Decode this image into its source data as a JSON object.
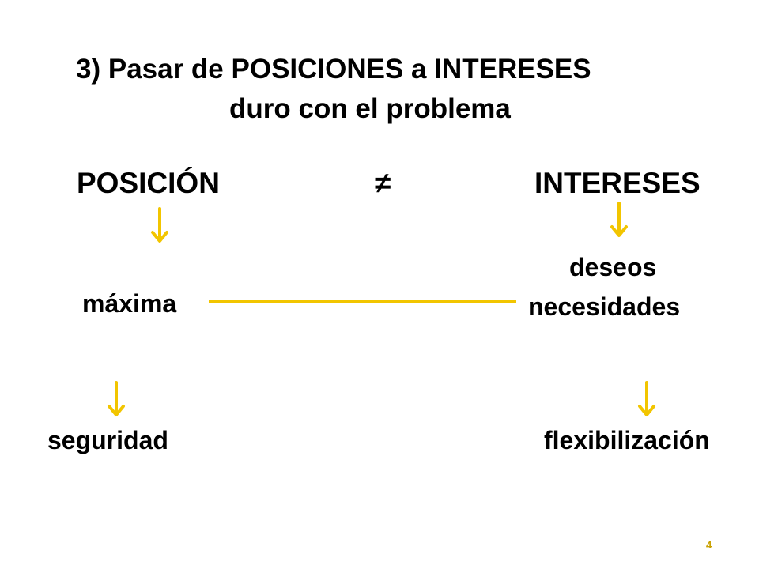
{
  "slide": {
    "title_line1": "3) Pasar de POSICIONES a INTERESES",
    "title_line2": "duro con el problema",
    "left_heading": "POSICIÓN",
    "not_equal_symbol": "≠",
    "right_heading": "INTERESES",
    "left_mid": "máxima",
    "right_mid_line1": "deseos",
    "right_mid_line2": "necesidades",
    "left_bottom": "seguridad",
    "right_bottom": "flexibilización",
    "page_number": "4"
  },
  "colors": {
    "accent": "#f2c500",
    "text": "#000000",
    "page_number": "#c9a100",
    "background": "#ffffff"
  },
  "icons": [
    "arrow-down-icon"
  ]
}
